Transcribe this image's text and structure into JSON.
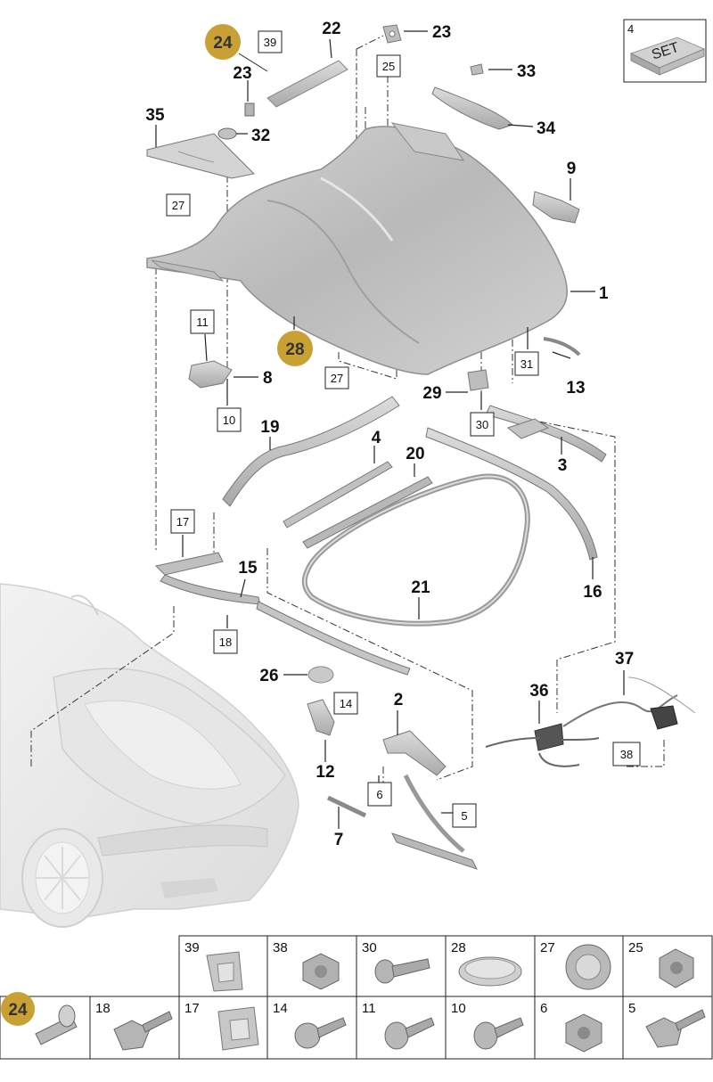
{
  "callouts": {
    "c1": "1",
    "c2": "2",
    "c3": "3",
    "c4": "4",
    "c7": "7",
    "c8": "8",
    "c9": "9",
    "c12": "12",
    "c13": "13",
    "c15": "15",
    "c16": "16",
    "c19": "19",
    "c20": "20",
    "c21": "21",
    "c22": "22",
    "c23a": "23",
    "c23b": "23",
    "c26": "26",
    "c29": "29",
    "c32": "32",
    "c33": "33",
    "c34": "34",
    "c35": "35",
    "c36": "36",
    "c37": "37"
  },
  "boxed": {
    "b39": "39",
    "b25": "25",
    "b27a": "27",
    "b11": "11",
    "b10": "10",
    "b27b": "27",
    "b31": "31",
    "b30": "30",
    "b17": "17",
    "b18": "18",
    "b14": "14",
    "b6": "6",
    "b5": "5",
    "b38": "38"
  },
  "badges": {
    "top": "24",
    "mid": "28",
    "table": "24"
  },
  "set_box": {
    "number": "4",
    "label": "SET"
  },
  "hardware_table": {
    "row1": [
      "39",
      "38",
      "30",
      "28",
      "27",
      "25"
    ],
    "row2": [
      "18",
      "17",
      "14",
      "11",
      "10",
      "6",
      "5"
    ]
  },
  "colors": {
    "badge": "#c9a034",
    "part_fill": "#cfcfcf",
    "line": "#222222"
  }
}
